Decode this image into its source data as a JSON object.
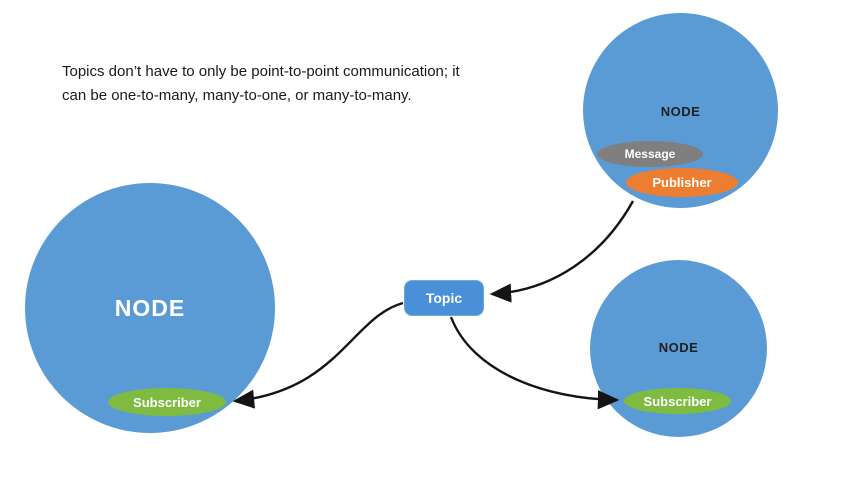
{
  "caption": {
    "line1": "Topics don’t have to only be point-to-point communication; it",
    "line2": "can be one-to-many, many-to-one, or many-to-many."
  },
  "topic": {
    "label": "Topic"
  },
  "nodes": {
    "left": {
      "label": "NODE",
      "subscriber_label": "Subscriber"
    },
    "top_right": {
      "label": "NODE",
      "message_label": "Message",
      "publisher_label": "Publisher"
    },
    "bottom_right": {
      "label": "NODE",
      "subscriber_label": "Subscriber"
    }
  },
  "colors": {
    "node_fill": "#5B9BD5",
    "topic_fill": "#4A90D9",
    "message_fill": "#7F7F7F",
    "publisher_fill": "#ED7D31",
    "subscriber_fill": "#7EBB40",
    "arrow": "#141414",
    "caption_text": "#1A1A1A",
    "node_label_large": "#FFFFFF",
    "node_label_small": "#1F1F1F"
  }
}
